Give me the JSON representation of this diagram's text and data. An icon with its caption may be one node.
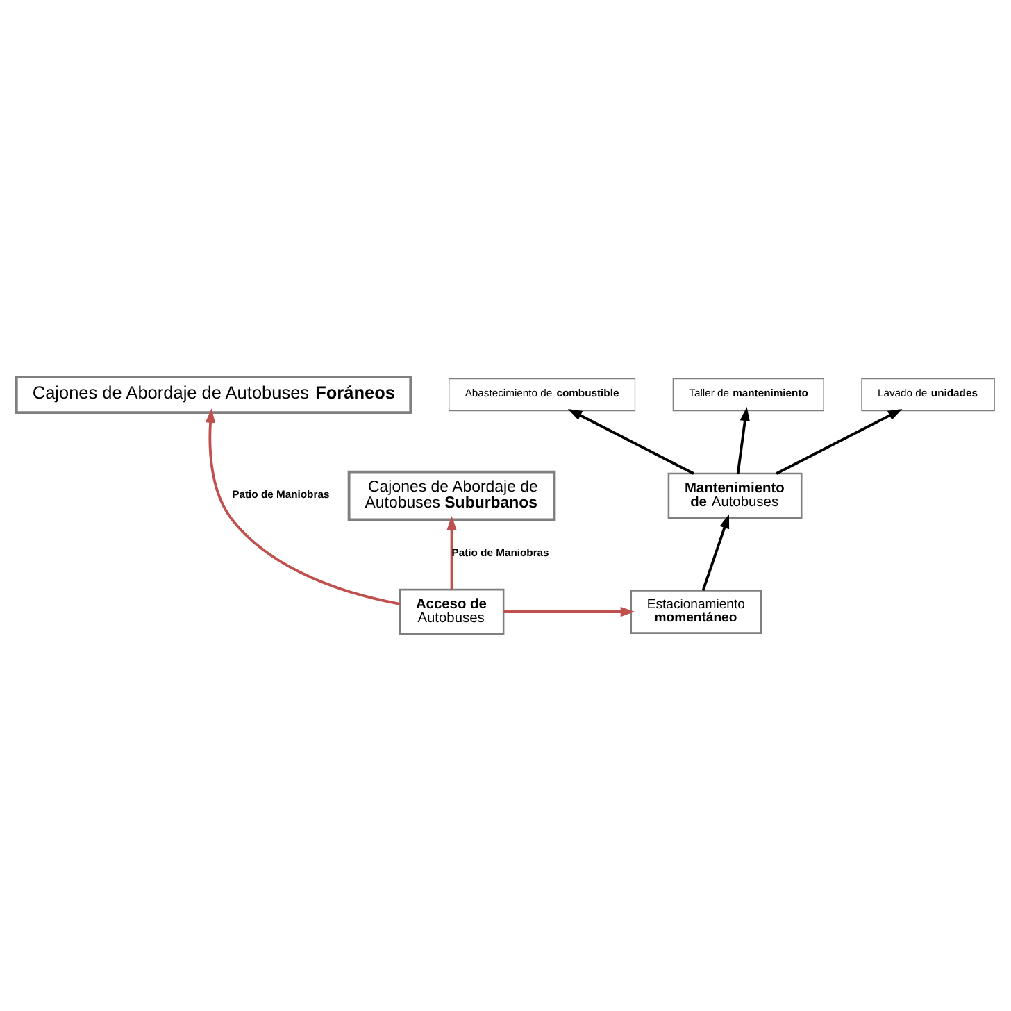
{
  "diagram": {
    "nodes": [
      {
        "text": [
          "Cajones de Abordaje de Autobuses **Foráneos**"
        ]
      },
      {
        "text": [
          "Cajones de Abordaje de Autobuses **Suburbanos**"
        ]
      },
      {
        "text": [
          "Abastecimiento de **combustible**"
        ]
      },
      {
        "text": [
          "Taller de **mantenimiento**"
        ]
      },
      {
        "text": [
          "Lavado de **unidades**"
        ]
      },
      {
        "text": [
          "**Mantenimiento de** Autobuses"
        ]
      },
      {
        "text": [
          "Estacionamiento **momentáneo**"
        ]
      },
      {
        "text": [
          "**Acceso de** Autobuses"
        ]
      }
    ],
    "edges": [
      {
        "from": 7,
        "to": 0,
        "arrow": "to",
        "label": "Patio de Maniobras",
        "color": "#c0504d"
      },
      {
        "from": 7,
        "to": 1,
        "arrow": "to",
        "label": "Patio de Maniobras",
        "color": "#c0504d"
      },
      {
        "from": 7,
        "to": 6,
        "arrow": "to",
        "color": "#c0504d"
      },
      {
        "from": 6,
        "to": 5,
        "arrow": "to"
      },
      {
        "from": 5,
        "to": 2,
        "arrow": "to"
      },
      {
        "from": 5,
        "to": 3,
        "arrow": "to"
      },
      {
        "from": 5,
        "to": 4,
        "arrow": "to"
      }
    ]
  }
}
